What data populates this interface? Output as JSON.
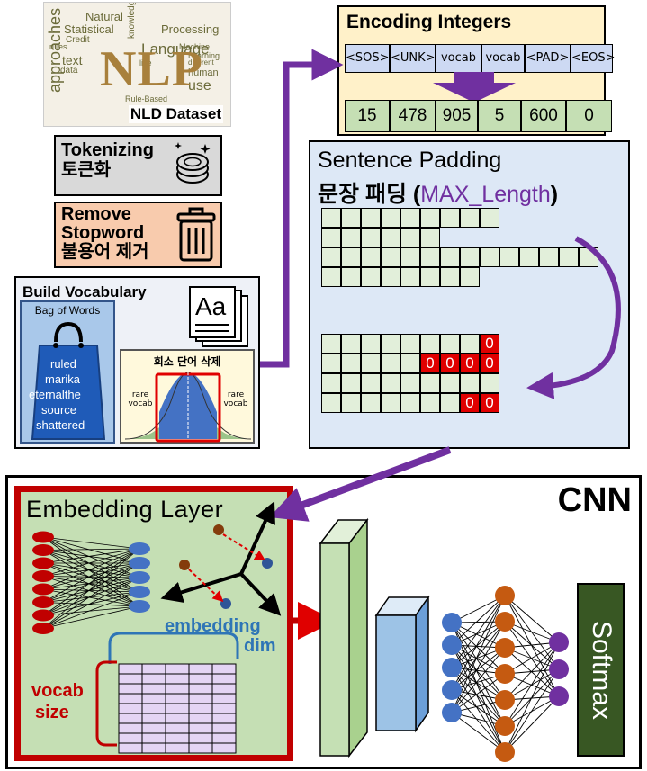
{
  "nlp_dataset": {
    "logo_text": "NLP",
    "caption": "NLD Dataset",
    "cloud_words": [
      "Natural",
      "Statistical",
      "Language",
      "Processing",
      "Machine",
      "Learning",
      "approaches",
      "text",
      "rules",
      "Credit",
      "data",
      "knowledge",
      "human",
      "use",
      "Rule-Based",
      "different",
      "like"
    ]
  },
  "tokenizing": {
    "line1": "Tokenizing",
    "line2": "토큰화"
  },
  "remove_stopword": {
    "line1": "Remove",
    "line2": "Stopword",
    "line3": "불용어 제거"
  },
  "build_vocab": {
    "title": "Build Vocabulary",
    "bag_title": "Bag of Words",
    "bag_words": [
      "ruled",
      "marika",
      "eternalthe",
      "source",
      "shattered"
    ],
    "rare_title": "희소 단어 삭제",
    "rare_left": "rare vocab",
    "rare_right": "rare vocab",
    "icon_glyph": "Aa"
  },
  "encoding": {
    "title": "Encoding Integers",
    "tokens": [
      "<SOS>",
      "<UNK>",
      "vocab",
      "vocab",
      "<PAD>",
      "<EOS>"
    ],
    "integers": [
      "15",
      "478",
      "905",
      "5",
      "600",
      "0"
    ]
  },
  "padding": {
    "title_en": "Sentence Padding",
    "title_ko": "문장 패딩 (",
    "title_max": "MAX_Length",
    "title_close": ")",
    "rows_before": [
      9,
      6,
      14,
      8
    ],
    "rows_after": [
      9,
      9,
      9,
      9
    ],
    "zero_counts": [
      1,
      4,
      0,
      2
    ],
    "zero_label": "0"
  },
  "cnn": {
    "label": "CNN",
    "embedding_title": "Embedding Layer",
    "embedding_dim": "embedding",
    "embedding_dim2": "dim",
    "vocab_size": "vocab",
    "vocab_size2": "size",
    "softmax": "Softmax"
  },
  "colors": {
    "arrow_purple": "#7030a0",
    "red": "#c00000",
    "green_cell": "#e2efda",
    "node_red": "#c00000",
    "node_blue": "#4472c4",
    "node_orange": "#c55a11",
    "node_purple": "#7030a0"
  }
}
